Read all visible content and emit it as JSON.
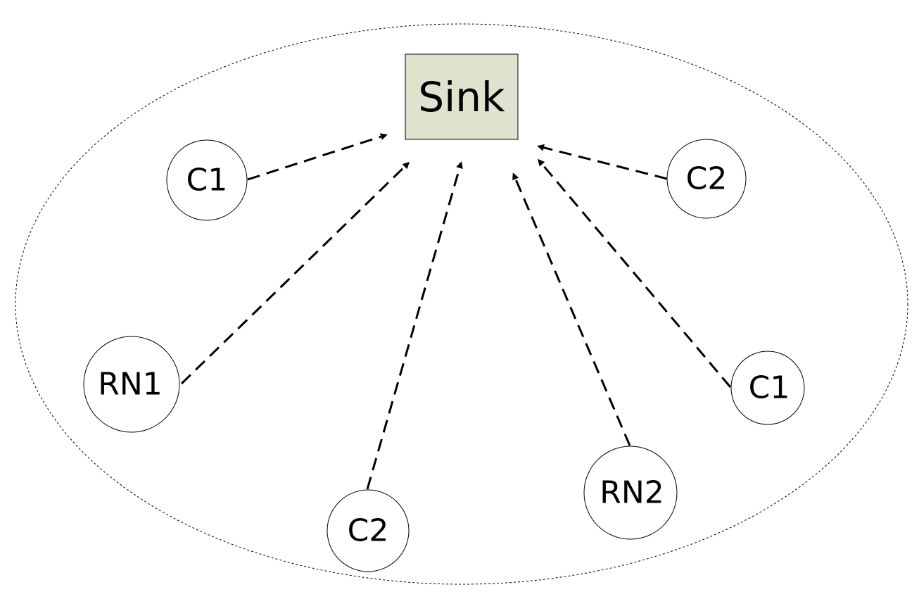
{
  "diagram": {
    "sink": {
      "label": "Sink"
    },
    "nodes": [
      {
        "id": "c1-top-left",
        "label": "C1"
      },
      {
        "id": "c2-top-right",
        "label": "C2"
      },
      {
        "id": "rn1-left",
        "label": "RN1"
      },
      {
        "id": "c2-bottom",
        "label": "C2"
      },
      {
        "id": "rn2-bottom-right",
        "label": "RN2"
      },
      {
        "id": "c1-right",
        "label": "C1"
      }
    ],
    "edges": [
      {
        "from": "c1-top-left",
        "to": "sink"
      },
      {
        "from": "rn1-left",
        "to": "sink"
      },
      {
        "from": "c2-bottom",
        "to": "sink"
      },
      {
        "from": "rn2-bottom-right",
        "to": "sink"
      },
      {
        "from": "c1-right",
        "to": "sink"
      },
      {
        "from": "c2-top-right",
        "to": "sink"
      }
    ],
    "colors": {
      "sink_fill": "#dde3cc",
      "stroke": "#000000",
      "background": "#ffffff"
    }
  }
}
